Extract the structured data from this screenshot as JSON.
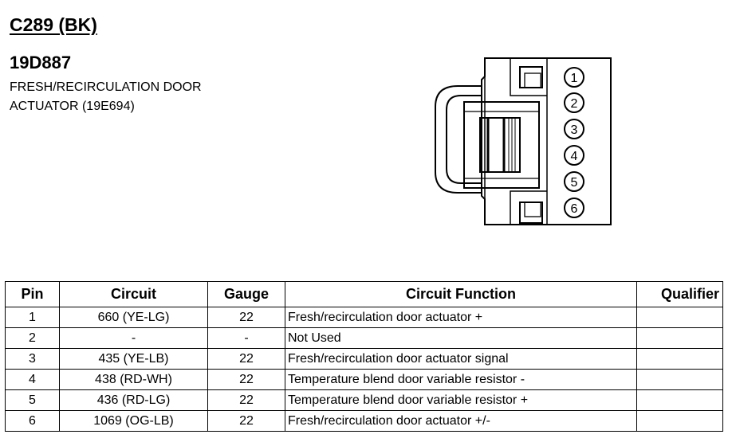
{
  "header": {
    "connector_id": "C289 (BK)",
    "part_number": "19D887",
    "description_line1": "FRESH/RECIRCULATION DOOR",
    "description_line2": "ACTUATOR (19E694)"
  },
  "connector": {
    "pin_labels": [
      "1",
      "2",
      "3",
      "4",
      "5",
      "6"
    ]
  },
  "table": {
    "headers": {
      "pin": "Pin",
      "circuit": "Circuit",
      "gauge": "Gauge",
      "function": "Circuit Function",
      "qualifier": "Qualifier"
    },
    "rows": [
      {
        "pin": "1",
        "circuit": "660 (YE-LG)",
        "gauge": "22",
        "function": "Fresh/recirculation door actuator +",
        "qualifier": ""
      },
      {
        "pin": "2",
        "circuit": "-",
        "gauge": "-",
        "function": "Not Used",
        "qualifier": ""
      },
      {
        "pin": "3",
        "circuit": "435 (YE-LB)",
        "gauge": "22",
        "function": "Fresh/recirculation door actuator signal",
        "qualifier": ""
      },
      {
        "pin": "4",
        "circuit": "438 (RD-WH)",
        "gauge": "22",
        "function": "Temperature blend door variable resistor -",
        "qualifier": ""
      },
      {
        "pin": "5",
        "circuit": "436 (RD-LG)",
        "gauge": "22",
        "function": "Temperature blend door variable resistor +",
        "qualifier": ""
      },
      {
        "pin": "6",
        "circuit": "1069 (OG-LB)",
        "gauge": "22",
        "function": "Fresh/recirculation door actuator +/-",
        "qualifier": ""
      }
    ]
  }
}
